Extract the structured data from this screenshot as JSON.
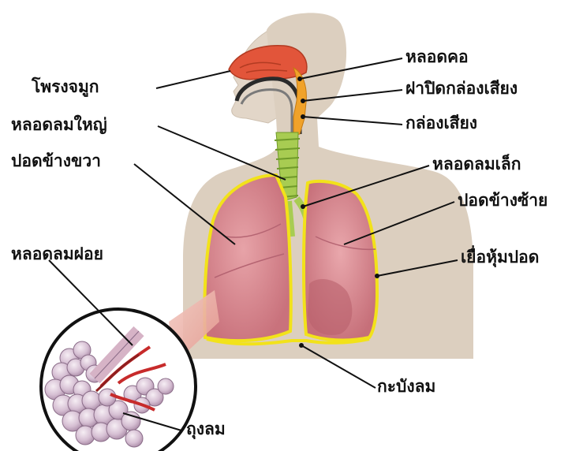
{
  "labels": {
    "nasal_cavity": "โพรงจมูก",
    "pharynx": "หลอดคอ",
    "epiglottis": "ฝาปิดกล่องเสียง",
    "larynx": "กล่องเสียง",
    "trachea": "หลอดลมใหญ่",
    "right_lung": "ปอดข้างขวา",
    "bronchus": "หลอดลมเล็ก",
    "left_lung": "ปอดข้างซ้าย",
    "pleura": "เยื่อหุ้มปอด",
    "bronchiole": "หลอดลมฝอย",
    "diaphragm": "กะบังลม",
    "alveoli": "ถุงลม"
  },
  "colors": {
    "body": "#dccfbf",
    "lung": "#d98f96",
    "lung_shade": "#c46f7a",
    "pleura_outline": "#f2e21a",
    "trachea": "#a8cc52",
    "nasal": "#e2553a",
    "larynx": "#f0a22a",
    "leader_line": "#111111",
    "text": "#111111"
  }
}
